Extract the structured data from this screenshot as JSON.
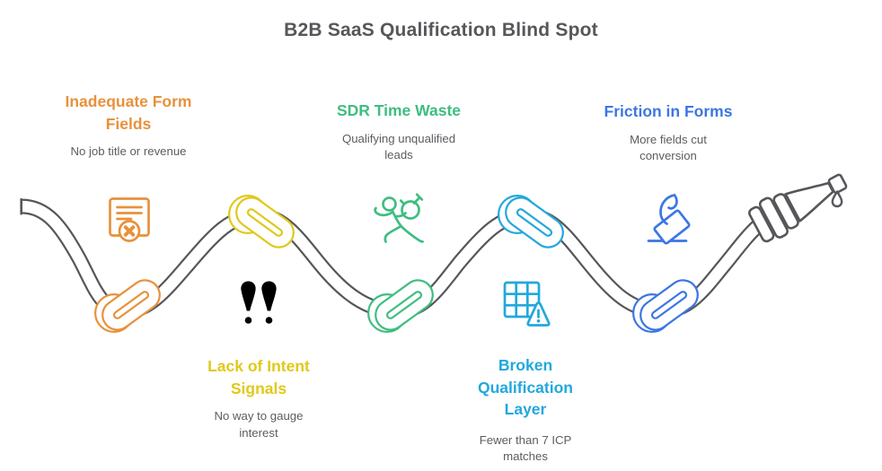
{
  "title": "B2B SaaS Qualification Blind Spot",
  "colors": {
    "rope": "#56575A",
    "title": "#56575A",
    "muted": "#5A5D61"
  },
  "sections": [
    {
      "id": "inadequate-form-fields",
      "heading": "Inadequate Form Fields",
      "subheading": "No job title or revenue",
      "color": "#E8913C",
      "icon": "form-rejected-icon"
    },
    {
      "id": "lack-of-intent-signals",
      "heading": "Lack of Intent Signals",
      "subheading": "No way to gauge interest",
      "color": "#E0C91C",
      "icon": "double-exclamation-icon"
    },
    {
      "id": "sdr-time-waste",
      "heading": "SDR Time Waste",
      "subheading": "Qualifying unqualified leads",
      "color": "#3EBE81",
      "icon": "runner-stopwatch-icon"
    },
    {
      "id": "broken-qualification-layer",
      "heading": "Broken Qualification Layer",
      "subheading": "Fewer than 7 ICP matches",
      "color": "#22A8DC",
      "icon": "grid-warning-icon"
    },
    {
      "id": "friction-in-forms",
      "heading": "Friction in Forms",
      "subheading": "More fields cut conversion",
      "color": "#3C76E3",
      "icon": "ballot-hand-icon"
    }
  ]
}
